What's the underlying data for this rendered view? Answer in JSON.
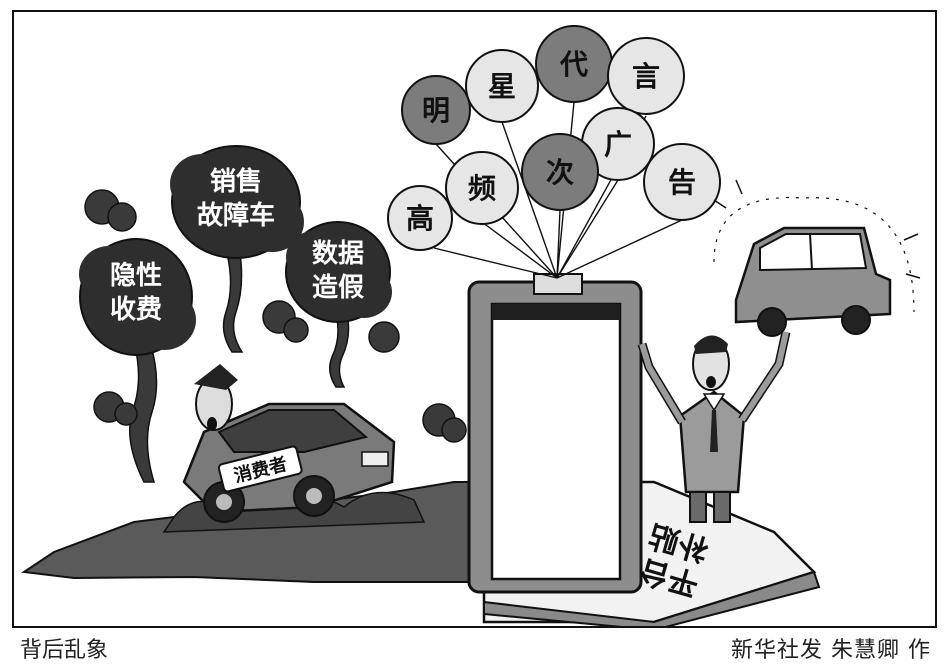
{
  "cartoon": {
    "balloons": [
      "明",
      "星",
      "代",
      "言",
      "高",
      "频",
      "次",
      "广",
      "告"
    ],
    "smoke_clouds": {
      "hidden_fees": [
        "隐性",
        "收费"
      ],
      "faulty_cars": [
        "销售",
        "故障车"
      ],
      "fake_data": [
        "数据",
        "造假"
      ]
    },
    "car_label": "消费者",
    "ramp_text": [
      "平台",
      "补贴"
    ]
  },
  "caption": {
    "title": "背后乱象",
    "credit": "新华社发  朱慧卿  作"
  },
  "colors": {
    "ink": "#111111",
    "balloon_dark": "#7c7c7c",
    "balloon_light": "#e6e6e6",
    "smoke": "#3a3a3a",
    "ground": "#5a5a5a"
  }
}
